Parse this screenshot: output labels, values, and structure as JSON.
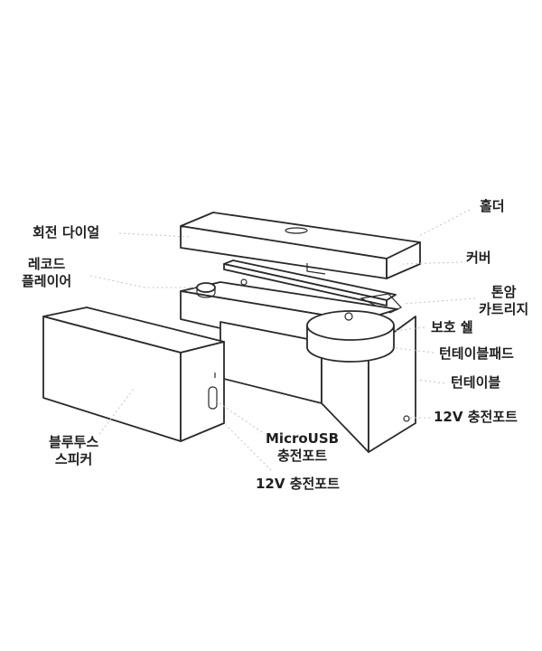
{
  "labels": {
    "holder": "홀더",
    "rotary_dial": "회전 다이얼",
    "record_player": [
      "레코드",
      "플레이어"
    ],
    "cover": "커버",
    "tone_cartridge": [
      "톤암",
      "카트리지"
    ],
    "protective_shell": "보호 쉘",
    "turntable_pad": "턴테이블패드",
    "turntable": "턴테이블",
    "charging_port_12v_right": "12V 충전포트",
    "microusb_port": [
      "MicroUSB",
      "충전포트"
    ],
    "charging_port_12v_bottom": "12V 충전포트",
    "bluetooth_speaker": [
      "블루투스",
      "스피커"
    ]
  },
  "colors": {
    "stroke": "#2a2a2a",
    "text": "#1e1e1e",
    "leader": "#c4c4c4"
  }
}
